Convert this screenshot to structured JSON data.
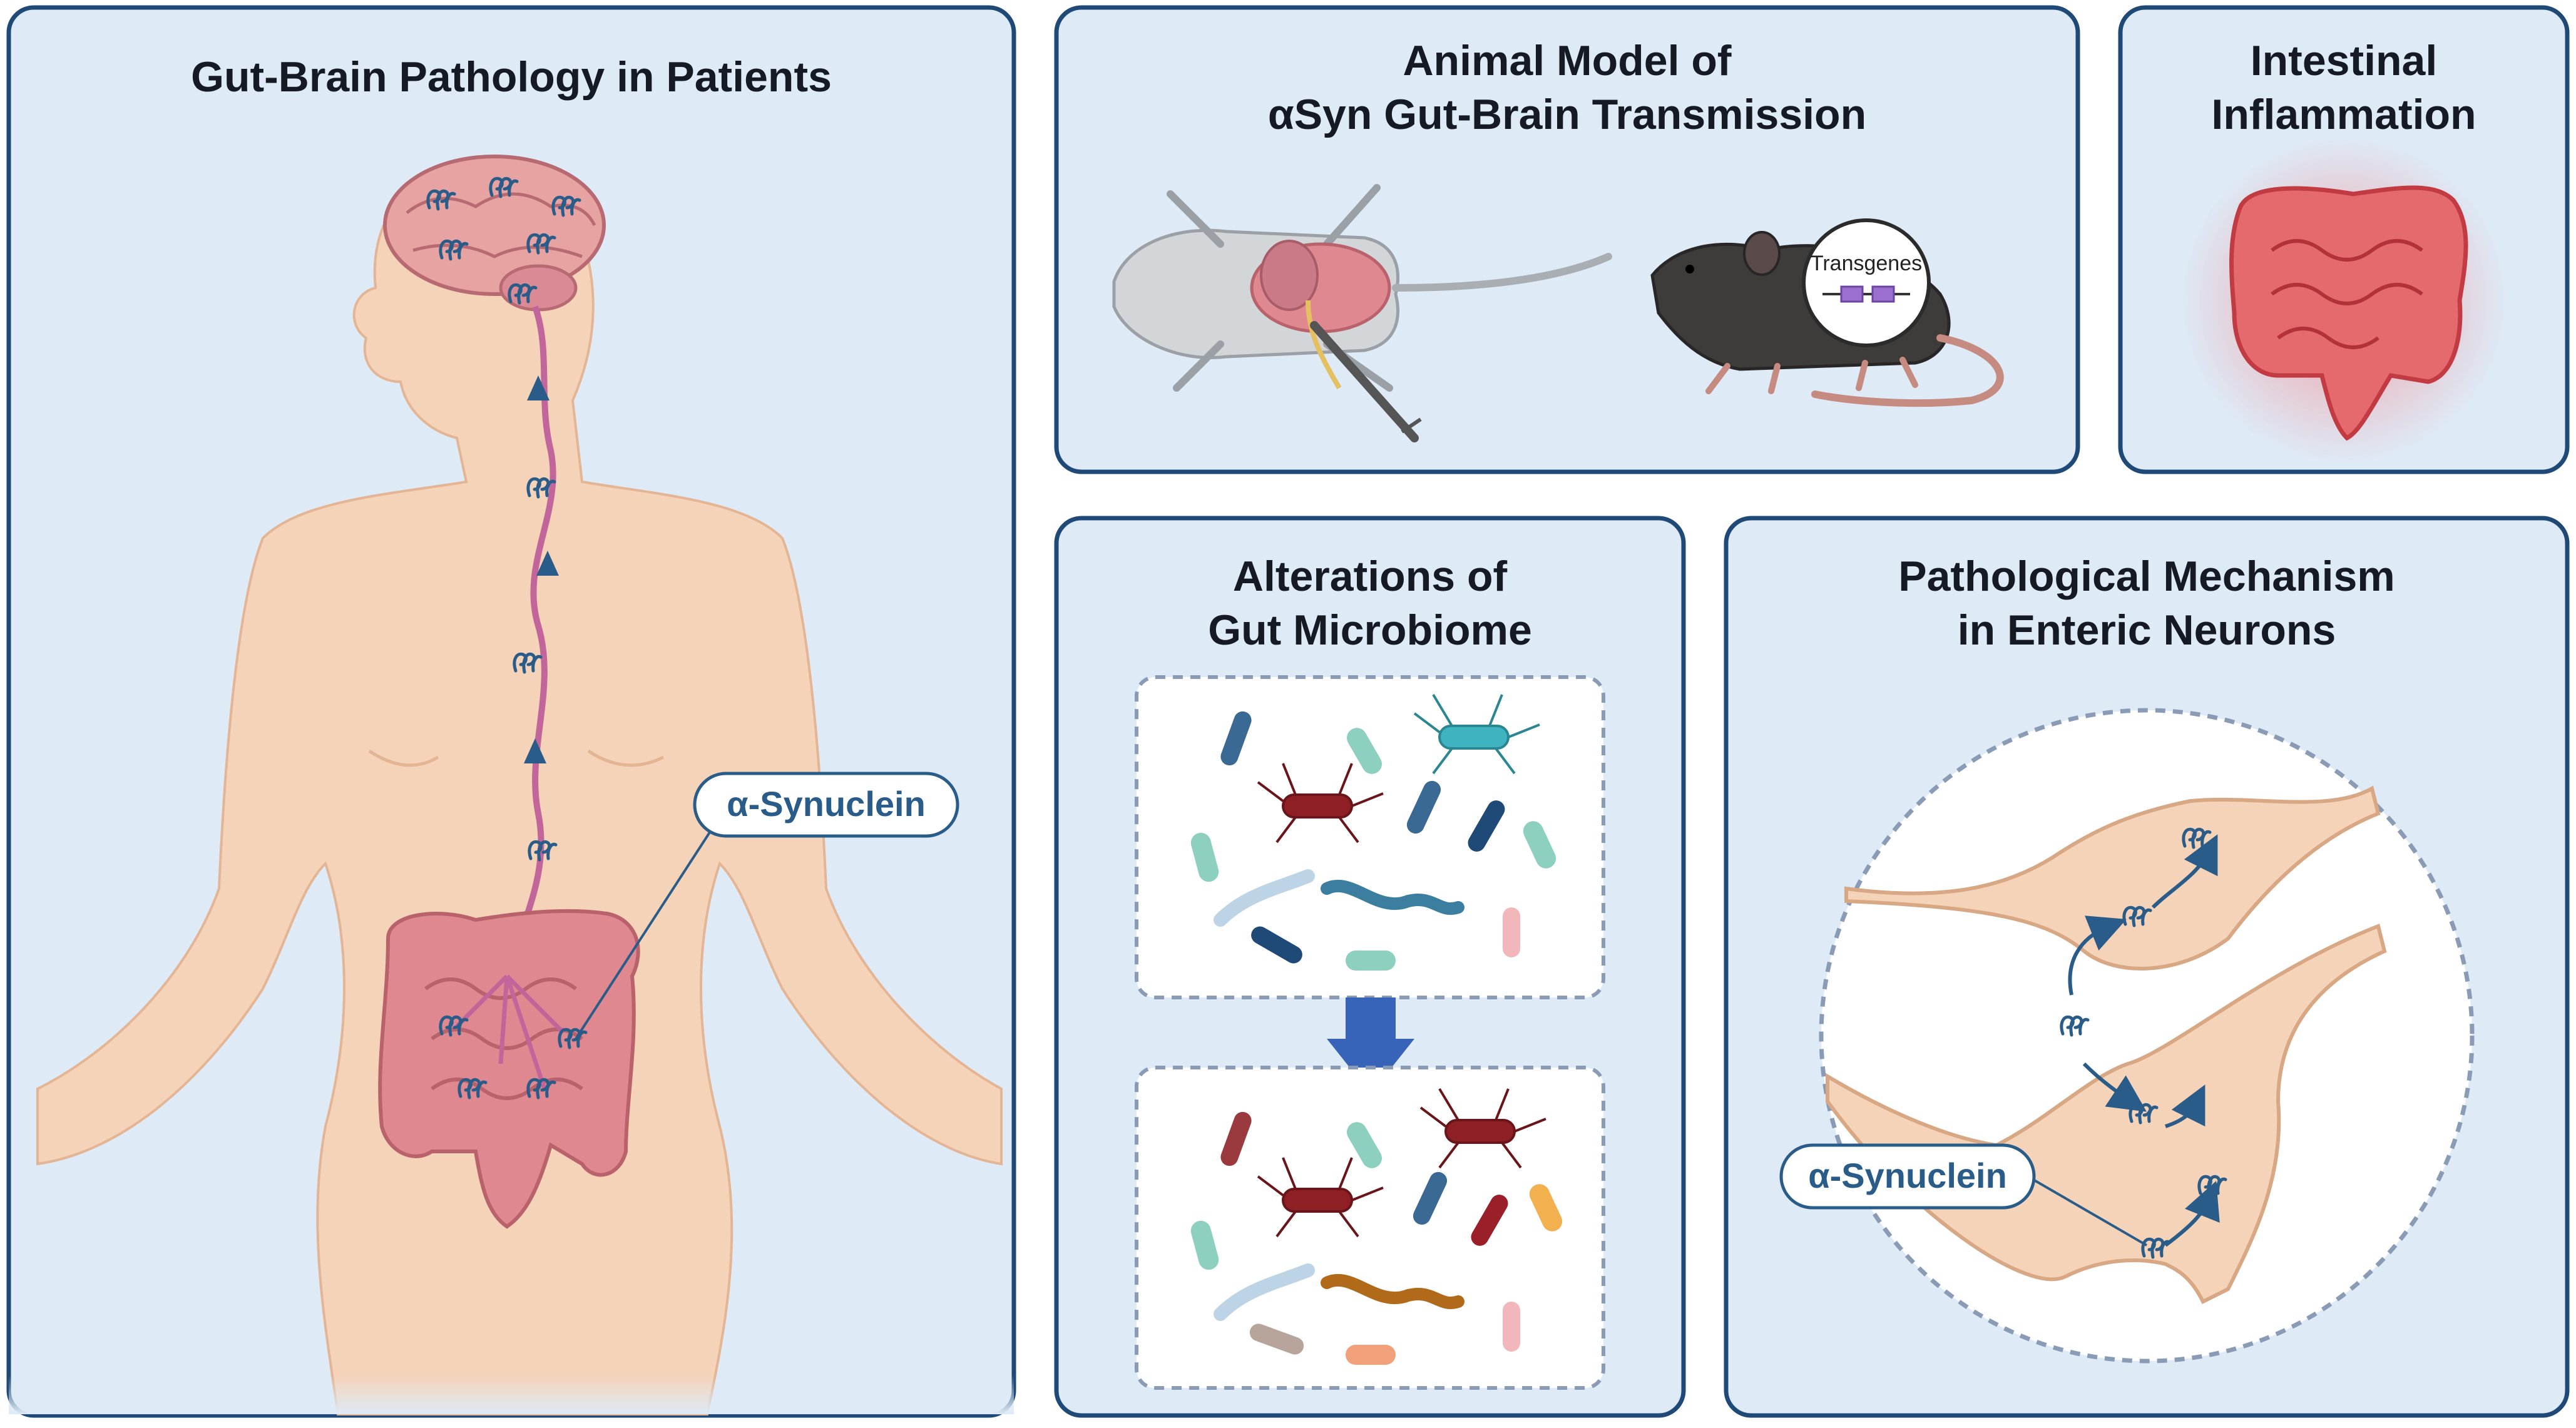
{
  "panels": {
    "patients": {
      "title": "Gut-Brain Pathology in Patients",
      "callout": "α-Synuclein"
    },
    "animal_model": {
      "title_line1": "Animal Model of",
      "title_line2": "αSyn Gut-Brain Transmission",
      "transgene_label": "Transgenes"
    },
    "inflammation": {
      "title_line1": "Intestinal",
      "title_line2": "Inflammation"
    },
    "microbiome": {
      "title_line1": "Alterations of",
      "title_line2": "Gut Microbiome"
    },
    "enteric": {
      "title_line1": "Pathological Mechanism",
      "title_line2": "in Enteric Neurons",
      "callout": "α-Synuclein"
    }
  },
  "colors": {
    "panel_fill": "#deeaf6",
    "panel_stroke": "#1f4a78",
    "skin": "#f5d3b8",
    "gut": "#e08890",
    "nerve": "#c2659a",
    "synuclein": "#2a5c8a",
    "arrow": "#3764b8",
    "inflamed": "#e94b4b"
  }
}
